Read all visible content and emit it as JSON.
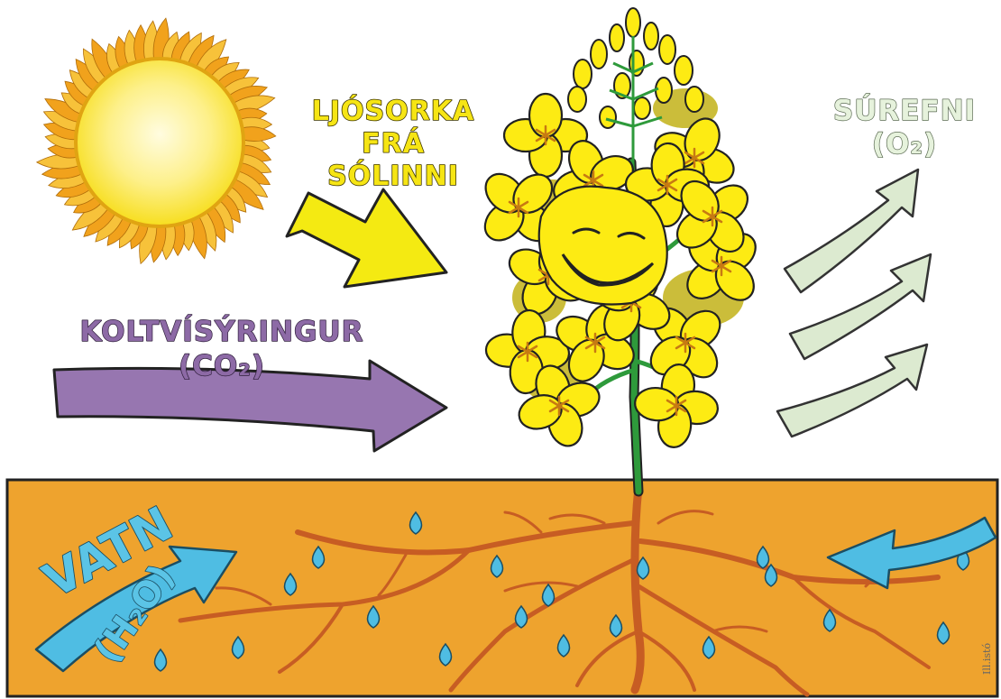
{
  "labels": {
    "light_line1": "LJÓSORKA",
    "light_line2": "FRÁ",
    "light_line3": "SÓLINNI",
    "co2_name": "KOLTVÍSÝRINGUR",
    "co2_formula": "(CO₂)",
    "o2_name": "SÚREFNI",
    "o2_formula": "(O₂)",
    "water_name": "VATN",
    "water_formula": "(H₂O)",
    "credit": "Ill.istó"
  },
  "colors": {
    "sun": "#f8e61e",
    "sun_flames": "#f1a21c",
    "light_arrow": "#f4ea12",
    "co2_arrow": "#9776b0",
    "o2_arrow": "#dcead0",
    "soil": "#eea32e",
    "water": "#4fbde3",
    "roots": "#c75d23",
    "flower": "#fdeb13",
    "stem": "#2e9a3b"
  }
}
